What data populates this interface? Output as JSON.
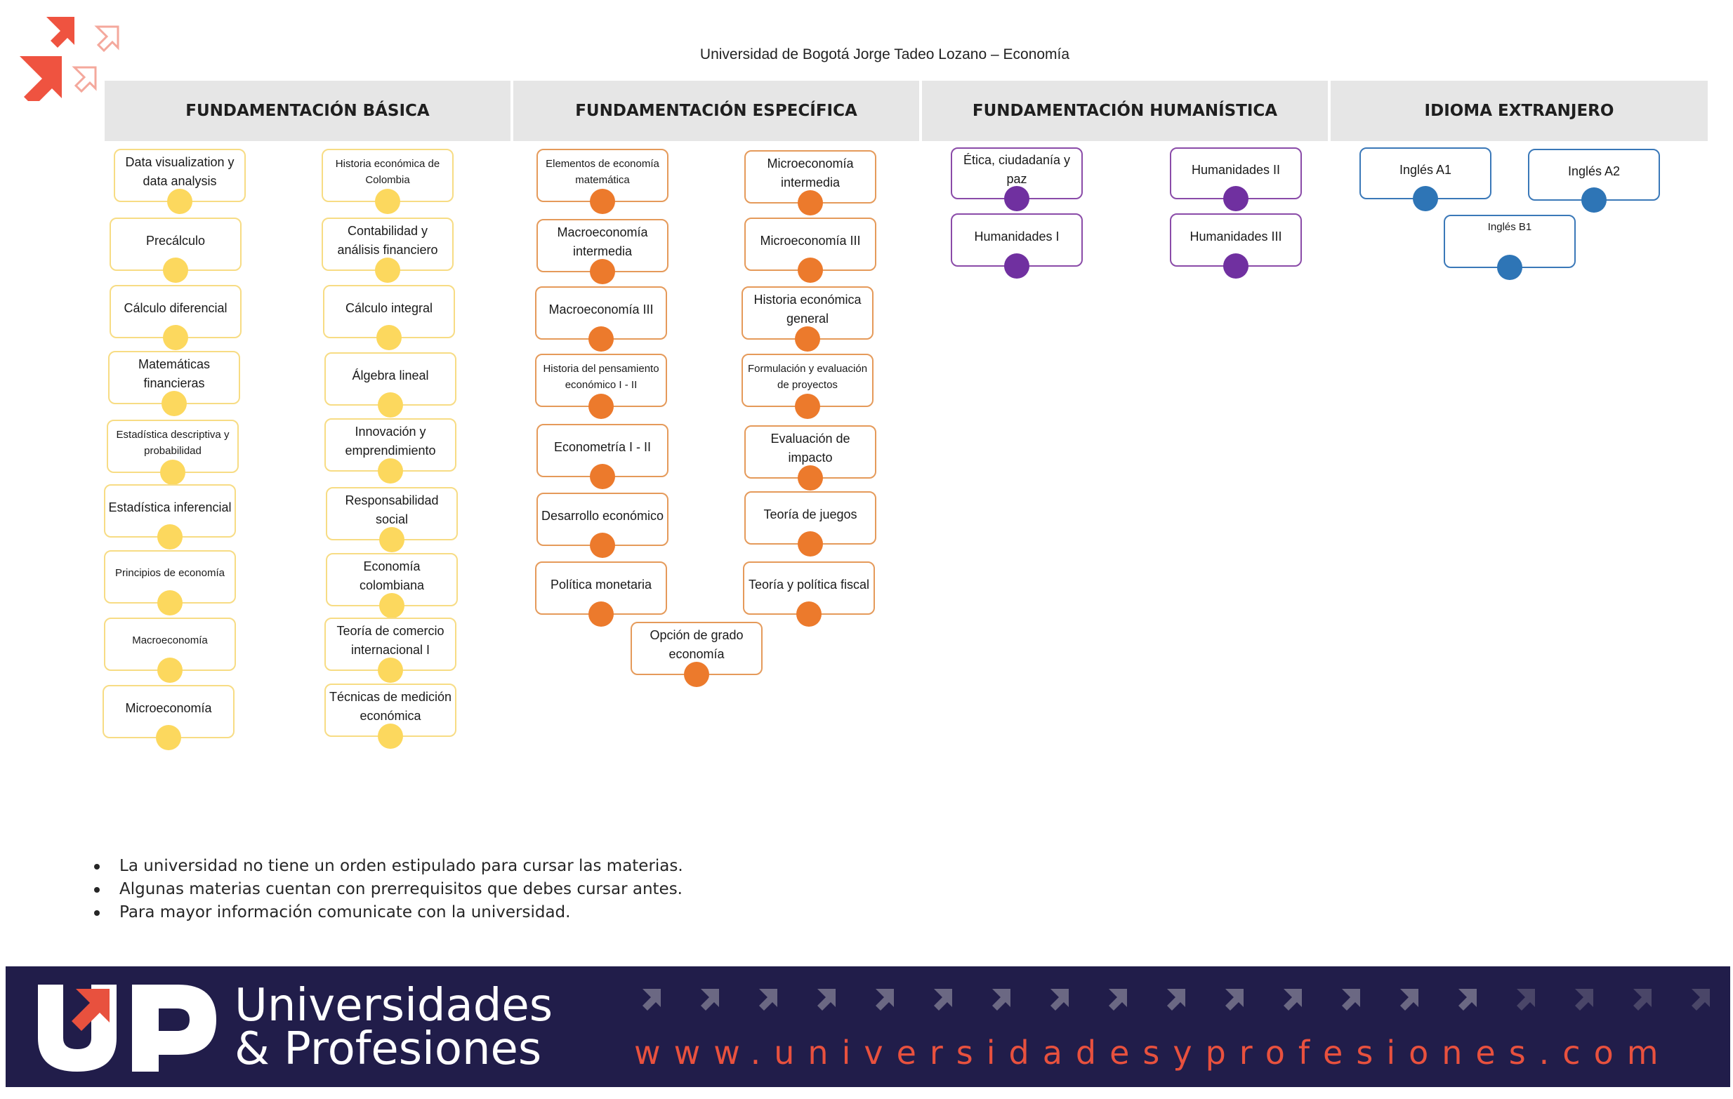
{
  "header": {
    "title": "Universidad de Bogotá Jorge Tadeo Lozano – Economía"
  },
  "categories": [
    {
      "label": "FUNDAMENTACIÓN BÁSICA"
    },
    {
      "label": "FUNDAMENTACIÓN ESPECÍFICA"
    },
    {
      "label": "FUNDAMENTACIÓN HUMANÍSTICA"
    },
    {
      "label": "IDIOMA EXTRANJERO"
    }
  ],
  "basic": {
    "col1": [
      "Data visualization y data analysis",
      "Precálculo",
      "Cálculo diferencial",
      "Matemáticas financieras",
      "Estadística descriptiva y probabilidad",
      "Estadística inferencial",
      "Principios de economía",
      "Macroeconomía",
      "Microeconomía"
    ],
    "col2": [
      "Historia económica de Colombia",
      "Contabilidad y análisis financiero",
      "Cálculo integral",
      "Álgebra lineal",
      "Innovación y emprendimiento",
      "Responsabilidad social",
      "Economía colombiana",
      "Teoría de comercio internacional I",
      "Técnicas de medición económica"
    ]
  },
  "specific": {
    "col1": [
      "Elementos de economía matemática",
      "Macroeconomía intermedia",
      "Macroeconomía III",
      "Historia del pensamiento económico I - II",
      "Econometría I - II",
      "Desarrollo económico",
      "Política monetaria"
    ],
    "col2": [
      "Microeconomía intermedia",
      "Microeconomía III",
      "Historia económica general",
      "Formulación y evaluación de proyectos",
      "Evaluación de impacto",
      "Teoría de juegos",
      "Teoría y política fiscal"
    ],
    "final": "Opción de grado economía"
  },
  "humanities": {
    "col1": [
      "Ética, ciudadanía y paz",
      "Humanidades I"
    ],
    "col2": [
      "Humanidades II",
      "Humanidades III"
    ]
  },
  "languages": {
    "items": [
      "Inglés  A1",
      "Inglés  A2",
      "Inglés B1"
    ]
  },
  "notes": [
    "La universidad no tiene un orden estipulado para cursar las materias.",
    "Algunas materias cuentan con prerrequisitos que debes cursar antes.",
    "Para mayor información comunicate con la universidad."
  ],
  "footer": {
    "brand_line1": "Universidades",
    "brand_line2": "& Profesiones",
    "url": "www.universidadesyprofesiones.com"
  },
  "colors": {
    "basic": "#fcd85e",
    "specific": "#ec7a2c",
    "humanities": "#7030a0",
    "languages": "#2e75b6",
    "footer_bg": "#211d4a",
    "accent": "#e8513e"
  },
  "icons": [
    "brand-arrows-icon",
    "up-logo-icon",
    "arrow-pattern-icon"
  ]
}
